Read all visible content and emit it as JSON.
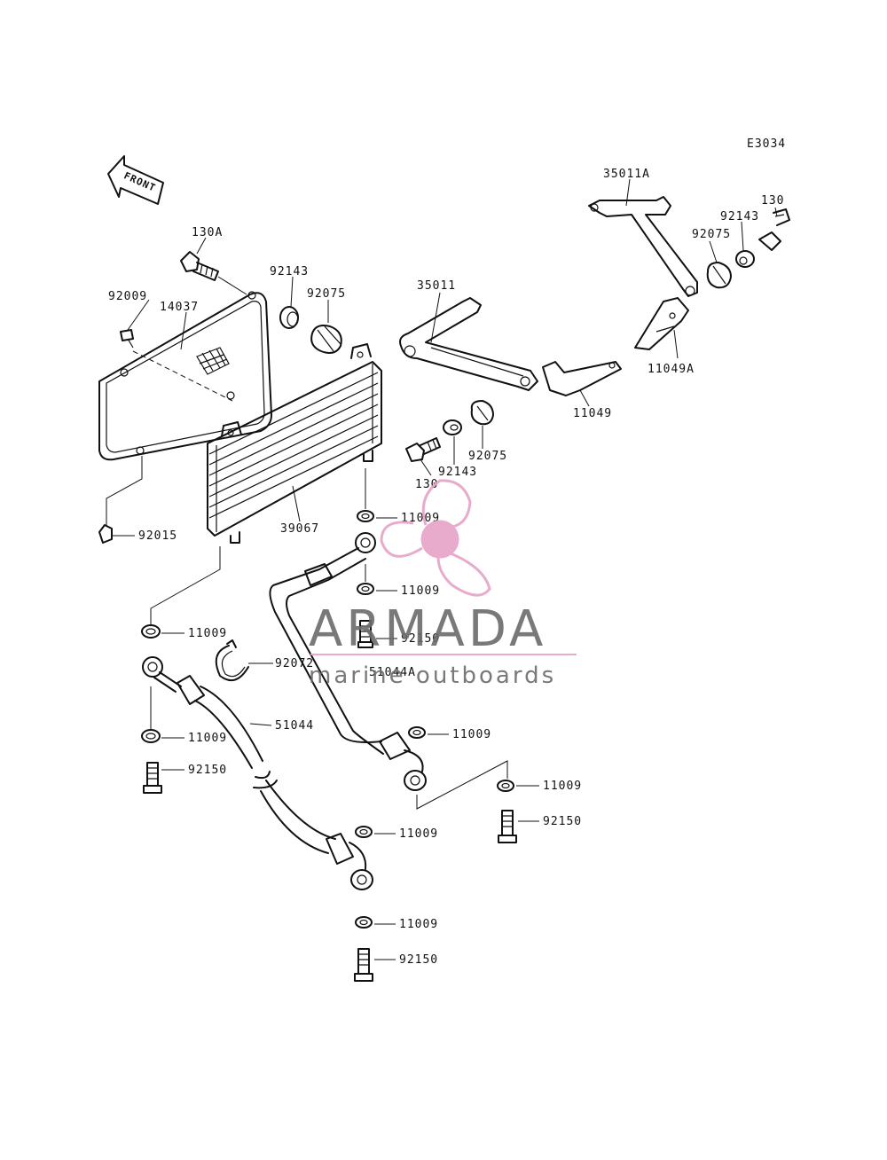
{
  "diagram_code": "E3034",
  "front_label": "FRONT",
  "watermark": {
    "brand": "ARMADA",
    "tagline": "marine outboards",
    "accent_color": "#e6a3c6",
    "text_color": "#6b6b6b"
  },
  "labels": {
    "p130a": "130A",
    "p92009": "92009",
    "p14037": "14037",
    "p92143_a": "92143",
    "p92075_a": "92075",
    "p35011": "35011",
    "p35011a": "35011A",
    "p130_top": "130",
    "p92143_top": "92143",
    "p92075_top": "92075",
    "p11049a": "11049A",
    "p11049": "11049",
    "p92075_mid": "92075",
    "p92143_mid": "92143",
    "p130_mid": "130",
    "p39067": "39067",
    "p92015": "92015",
    "p11009_a": "11009",
    "p11009_b": "11009",
    "p11009_c": "11009",
    "p92150_a": "92150",
    "p51044a": "51044A",
    "p92072": "92072",
    "p11009_d": "11009",
    "p51044": "51044",
    "p92150_b": "92150",
    "p11009_e": "11009",
    "p11009_f": "11009",
    "p92150_c": "92150",
    "p11009_g": "11009",
    "p11009_h": "11009",
    "p92150_d": "92150"
  }
}
